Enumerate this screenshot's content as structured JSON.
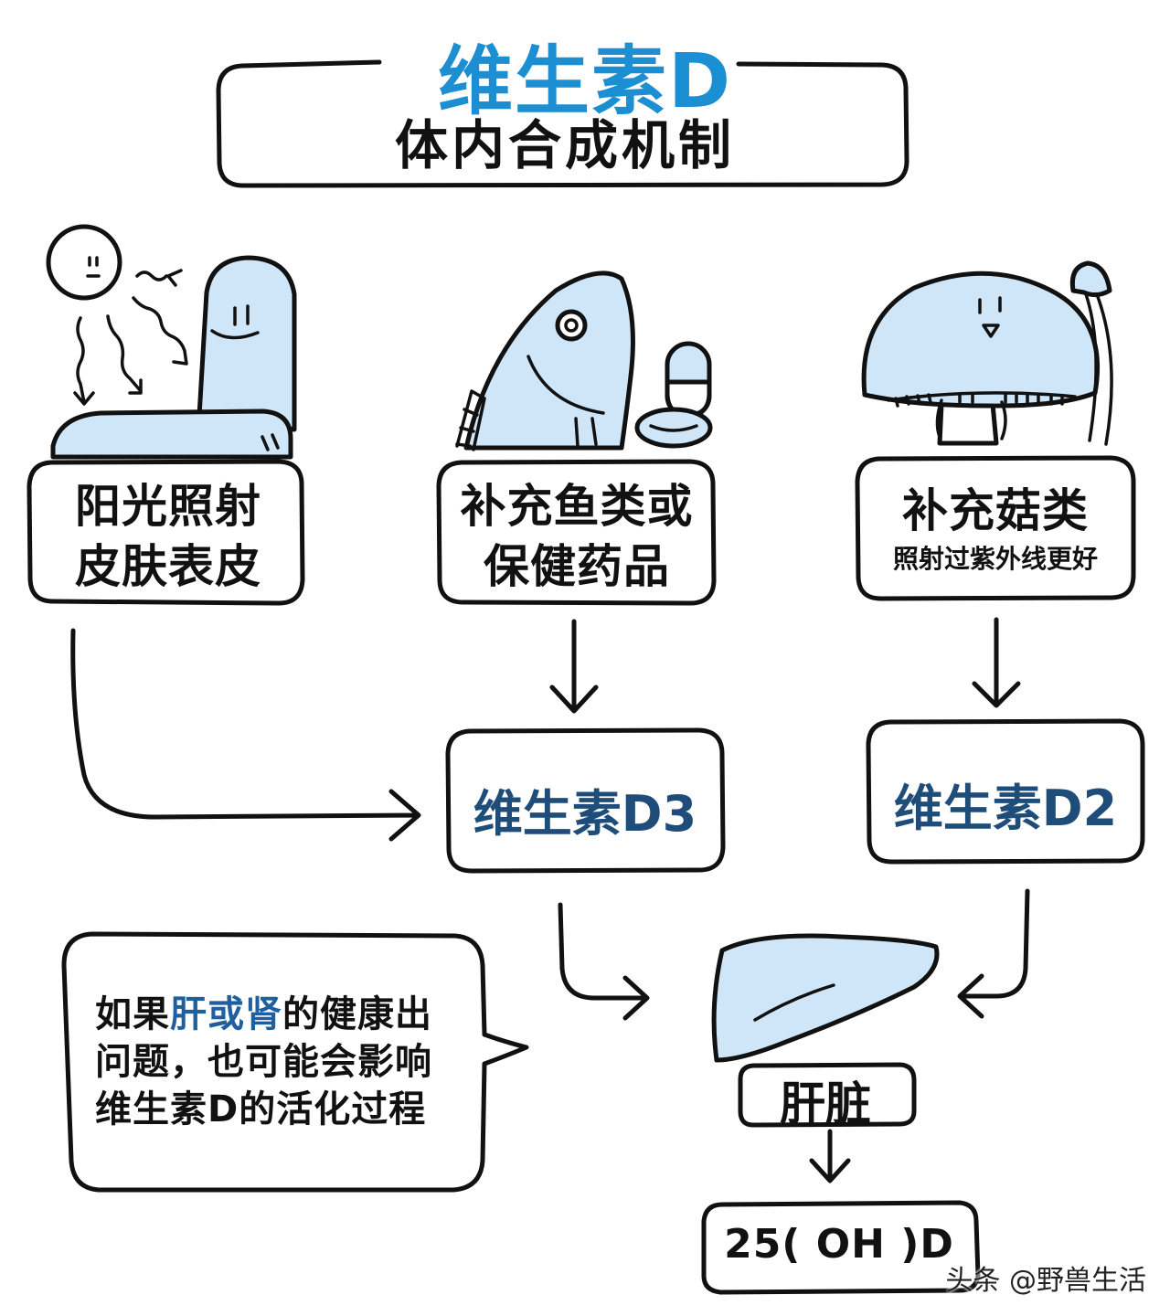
{
  "title": {
    "main": "维生素D",
    "sub": "体内合成机制"
  },
  "sources": [
    {
      "lines": [
        "阳光照射",
        "皮肤表皮"
      ]
    },
    {
      "lines": [
        "补充鱼类或",
        "保健药品"
      ]
    },
    {
      "lines": [
        "补充菇类",
        "照射过紫外线更好"
      ]
    }
  ],
  "vitamin_d3": "维生素D3",
  "vitamin_d2": "维生素D2",
  "note": {
    "l1_pre": "如果",
    "l1_hl": "肝或肾",
    "l1_post": "的健康出",
    "l2": "问题，也可能会影响",
    "l3": "维生素D的活化过程"
  },
  "liver": "肝脏",
  "result": "25( OH )D",
  "watermark": "头条 @野兽生活",
  "colors": {
    "title": "#1c8fd3",
    "highlight": "#1f5fa0",
    "fill": "#cfe6f9"
  }
}
